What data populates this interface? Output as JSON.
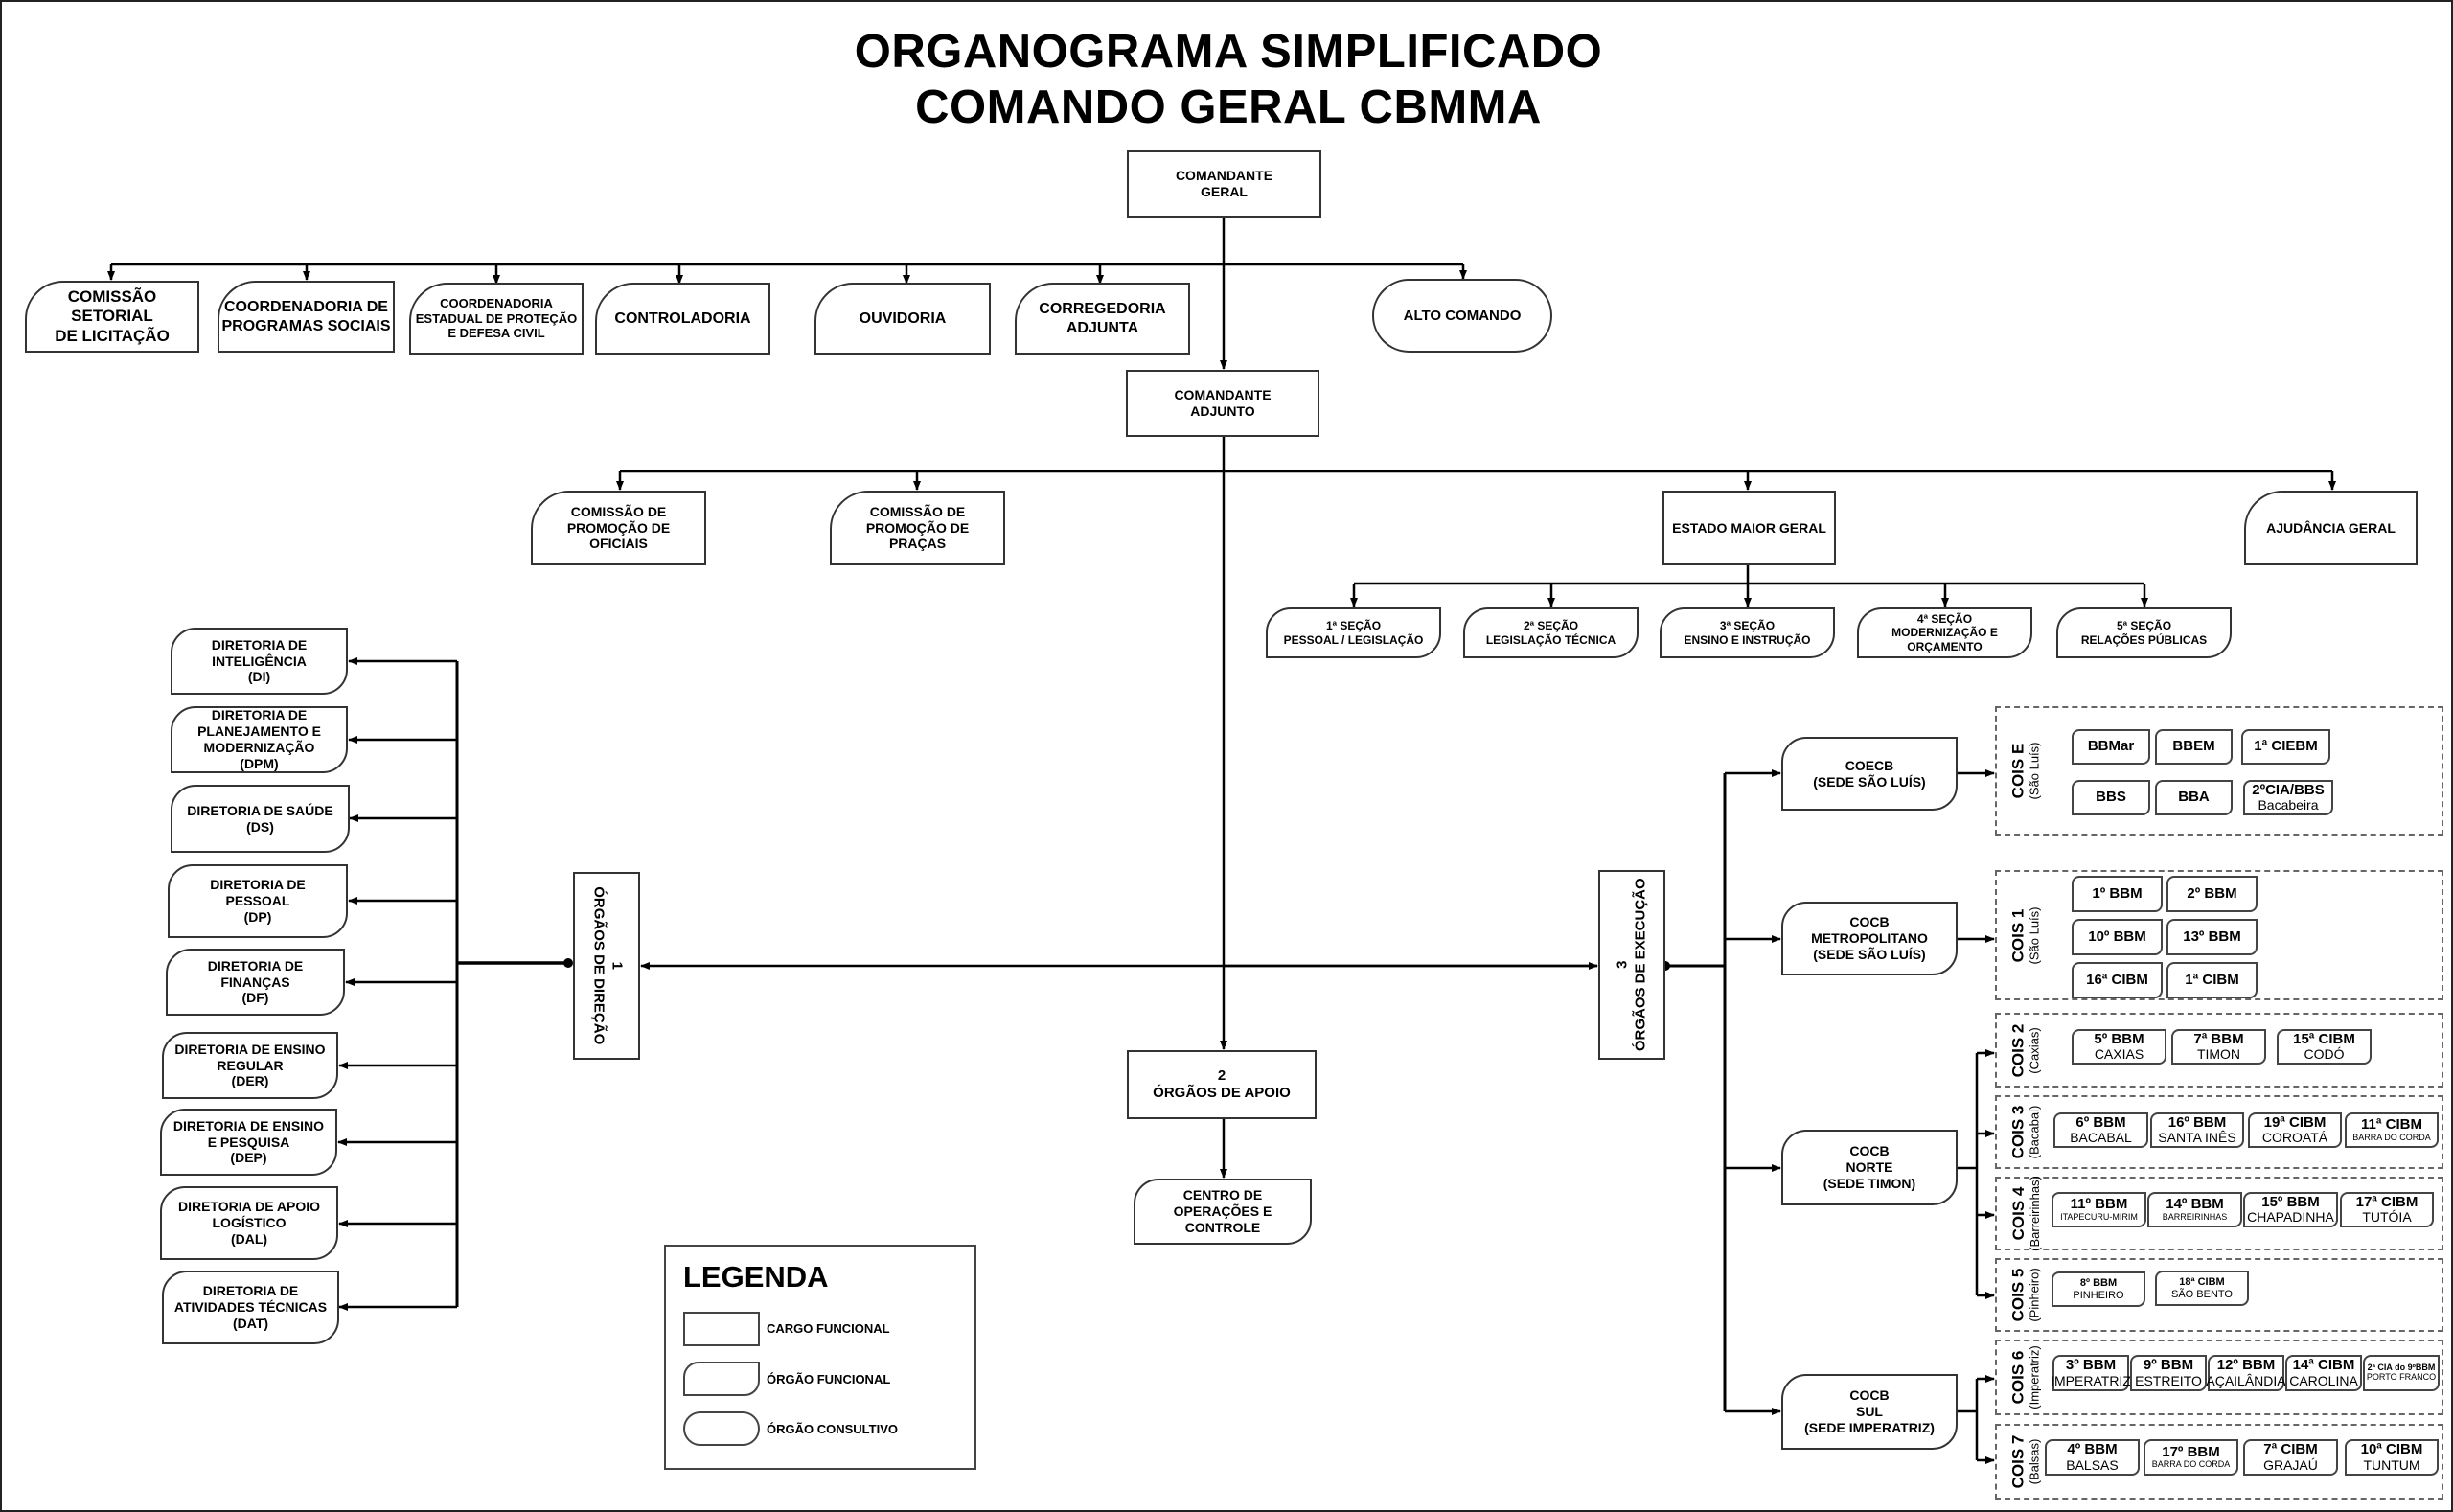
{
  "title": {
    "line1": "ORGANOGRAMA SIMPLIFICADO",
    "line2": "COMANDO GERAL CBMMA"
  },
  "comandante_geral": "COMANDANTE\nGERAL",
  "top_row": [
    "COMISSÃO SETORIAL\nDE LICITAÇÃO",
    "COORDENADORIA DE\nPROGRAMAS SOCIAIS",
    "COORDENADORIA\nESTADUAL DE PROTEÇÃO\nE DEFESA CIVIL",
    "CONTROLADORIA",
    "OUVIDORIA",
    "CORREGEDORIA\nADJUNTA"
  ],
  "alto_comando": "ALTO COMANDO",
  "comandante_adjunto": "COMANDANTE\nADJUNTO",
  "second_row": [
    "COMISSÃO DE\nPROMOÇÃO DE\nOFICIAIS",
    "COMISSÃO DE\nPROMOÇÃO DE\nPRAÇAS",
    "ESTADO MAIOR GERAL",
    "AJUDÂNCIA GERAL"
  ],
  "secoes": [
    "1ª SEÇÃO\nPESSOAL / LEGISLAÇÃO",
    "2ª SEÇÃO\nLEGISLAÇÃO TÉCNICA",
    "3ª SEÇÃO\nENSINO E INSTRUÇÃO",
    "4ª SEÇÃO\nMODERNIZAÇÃO E\nORÇAMENTO",
    "5ª SEÇÃO\nRELAÇÕES PÚBLICAS"
  ],
  "orgaos_direcao": "1\nÓRGÃOS DE DIREÇÃO",
  "diretorias": [
    "DIRETORIA DE\nINTELIGÊNCIA\n(DI)",
    "DIRETORIA DE\nPLANEJAMENTO E\nMODERNIZAÇÃO\n(DPM)",
    "DIRETORIA DE SAÚDE\n(DS)",
    "DIRETORIA DE\nPESSOAL\n(DP)",
    "DIRETORIA DE\nFINANÇAS\n(DF)",
    "DIRETORIA DE ENSINO\nREGULAR\n(DER)",
    "DIRETORIA DE ENSINO\nE PESQUISA\n(DEP)",
    "DIRETORIA DE APOIO\nLOGÍSTICO\n(DAL)",
    "DIRETORIA DE\nATIVIDADES TÉCNICAS\n(DAT)"
  ],
  "orgaos_apoio": "2\nÓRGÃOS DE APOIO",
  "centro_operacoes": "CENTRO DE\nOPERAÇÕES E\nCONTROLE",
  "orgaos_execucao": "3\nÓRGÃOS DE EXECUÇÃO",
  "comandos": [
    "COECB\n(SEDE SÃO LUÍS)",
    "COCB\nMETROPOLITANO\n(SEDE SÃO LUÍS)",
    "COCB\nNORTE\n(SEDE TIMON)",
    "COCB\nSUL\n(SEDE IMPERATRIZ)"
  ],
  "cois": [
    {
      "name": "COIS E",
      "city": "(São Luís)",
      "units": [
        {
          "name": "BBMar",
          "city": ""
        },
        {
          "name": "BBEM",
          "city": ""
        },
        {
          "name": "1ª CIEBM",
          "city": ""
        },
        {
          "name": "BBS",
          "city": ""
        },
        {
          "name": "BBA",
          "city": ""
        },
        {
          "name": "2ºCIA/BBS",
          "city": "Bacabeira"
        }
      ]
    },
    {
      "name": "COIS 1",
      "city": "(São Luís)",
      "units": [
        {
          "name": "1º BBM",
          "city": ""
        },
        {
          "name": "2º BBM",
          "city": ""
        },
        {
          "name": "10º BBM",
          "city": ""
        },
        {
          "name": "13º BBM",
          "city": ""
        },
        {
          "name": "16ª CIBM",
          "city": ""
        },
        {
          "name": "1ª CIBM",
          "city": ""
        }
      ]
    },
    {
      "name": "COIS 2",
      "city": "(Caxias)",
      "units": [
        {
          "name": "5º BBM",
          "city": "CAXIAS"
        },
        {
          "name": "7ª BBM",
          "city": "TIMON"
        },
        {
          "name": "15ª CIBM",
          "city": "CODÓ"
        }
      ]
    },
    {
      "name": "COIS 3",
      "city": "(Bacabal)",
      "units": [
        {
          "name": "6º BBM",
          "city": "BACABAL"
        },
        {
          "name": "16º BBM",
          "city": "SANTA INÊS"
        },
        {
          "name": "19ª CIBM",
          "city": "COROATÁ"
        },
        {
          "name": "11ª CIBM",
          "city": "BARRA DO CORDA"
        }
      ]
    },
    {
      "name": "COIS 4",
      "city": "(Barreirinhas)",
      "units": [
        {
          "name": "11º BBM",
          "city": "ITAPECURU-MIRIM"
        },
        {
          "name": "14º BBM",
          "city": "BARREIRINHAS"
        },
        {
          "name": "15º BBM",
          "city": "CHAPADINHA"
        },
        {
          "name": "17ª CIBM",
          "city": "TUTÓIA"
        }
      ]
    },
    {
      "name": "COIS 5",
      "city": "(Pinheiro)",
      "units": [
        {
          "name": "8º BBM",
          "city": "PINHEIRO"
        },
        {
          "name": "18ª CIBM",
          "city": "SÃO BENTO"
        }
      ]
    },
    {
      "name": "COIS 6",
      "city": "(Imperatriz)",
      "units": [
        {
          "name": "3º BBM",
          "city": "IMPERATRIZ"
        },
        {
          "name": "9º BBM",
          "city": "ESTREITO"
        },
        {
          "name": "12º BBM",
          "city": "AÇAILÂNDIA"
        },
        {
          "name": "14ª CIBM",
          "city": "CAROLINA"
        },
        {
          "name": "2ª CIA do 9ºBBM",
          "city": "PORTO FRANCO"
        }
      ]
    },
    {
      "name": "COIS 7",
      "city": "(Balsas)",
      "units": [
        {
          "name": "4º BBM",
          "city": "BALSAS"
        },
        {
          "name": "17º BBM",
          "city": "BARRA DO CORDA"
        },
        {
          "name": "7ª CIBM",
          "city": "GRAJAÚ"
        },
        {
          "name": "10ª CIBM",
          "city": "TUNTUM"
        }
      ]
    }
  ],
  "legend": {
    "title": "LEGENDA",
    "items": [
      "CARGO FUNCIONAL",
      "ÓRGÃO FUNCIONAL",
      "ÓRGÃO CONSULTIVO"
    ]
  }
}
